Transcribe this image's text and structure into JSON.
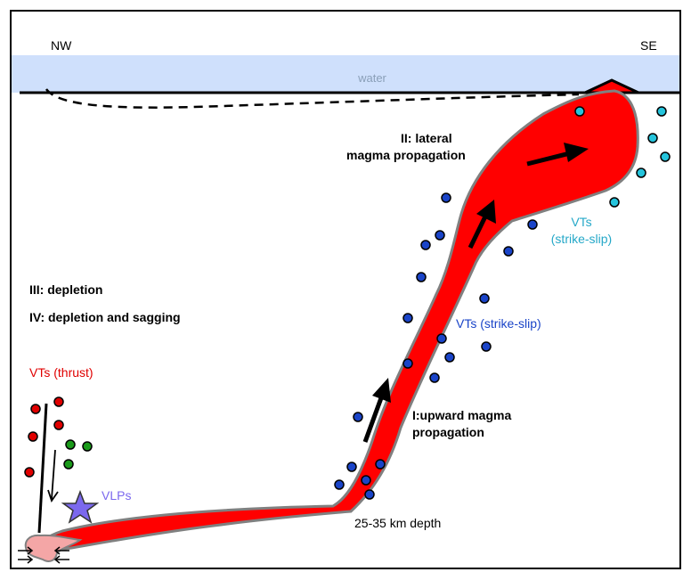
{
  "corner_left": "NW",
  "corner_right": "SE",
  "water_label": "water",
  "stages": {
    "lateral_line1": "II: lateral",
    "lateral_line2": "magma propagation",
    "depletion": "III: depletion",
    "sagging": "IV: depletion and sagging",
    "upward_line1": "I:upward magma",
    "upward_line2": "propagation"
  },
  "vts_thrust": "VTs (thrust)",
  "vts_strike_slip_mid": "VTs (strike-slip)",
  "vts_strike_slip_top_line1": "VTs",
  "vts_strike_slip_top_line2": "(strike-slip)",
  "vlps": "VLPs",
  "depth": "25-35 km depth",
  "colors": {
    "water": "#cfe0fc",
    "magma": "#ff0000",
    "magma_outline": "#808080",
    "vt_thrust": "#e00000",
    "vt_deep_green": "#1a9a1a",
    "vt_strike_slip_blue": "#1a44c8",
    "vt_strike_slip_cyan": "#25c4dc",
    "vlp_star": "#7b68ee",
    "root_pink": "#f4a6a6"
  }
}
